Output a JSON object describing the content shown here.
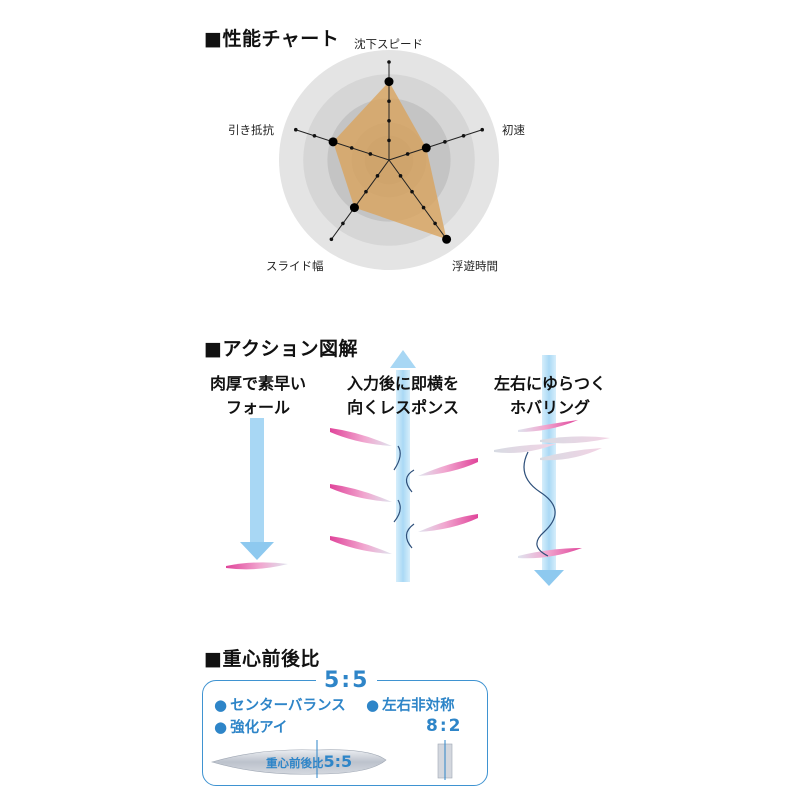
{
  "performance_chart": {
    "title": "■性能チャート",
    "axes": [
      {
        "label": "沈下スピード",
        "value": 4
      },
      {
        "label": "初速",
        "value": 2
      },
      {
        "label": "浮遊時間",
        "value": 5
      },
      {
        "label": "スライド幅",
        "value": 3
      },
      {
        "label": "引き抵抗",
        "value": 3
      }
    ],
    "scale_max": 5,
    "fill_color": "#d9a560",
    "ring_colors": [
      "#e4e4e4",
      "#d6d6d6",
      "#c4c4c4",
      "#b0b0b0"
    ]
  },
  "action_diagram": {
    "title": "■アクション図解",
    "panels": [
      {
        "caption_line1": "肉厚で素早い",
        "caption_line2": "フォール"
      },
      {
        "caption_line1": "入力後に即横を",
        "caption_line2": "向くレスポンス"
      },
      {
        "caption_line1": "左右にゆらつく",
        "caption_line2": "ホバリング"
      }
    ],
    "arrow_color": "#8ec9ef",
    "lure_color": "#e0449a"
  },
  "balance": {
    "title": "■重心前後比",
    "ratio_main": "5:5",
    "features": [
      "センターバランス",
      "左右非対称",
      "強化アイ"
    ],
    "ratio_side": "8:2",
    "lure_label": "重心前後比",
    "lure_ratio": "5:5",
    "accent_color": "#2e85c8"
  }
}
